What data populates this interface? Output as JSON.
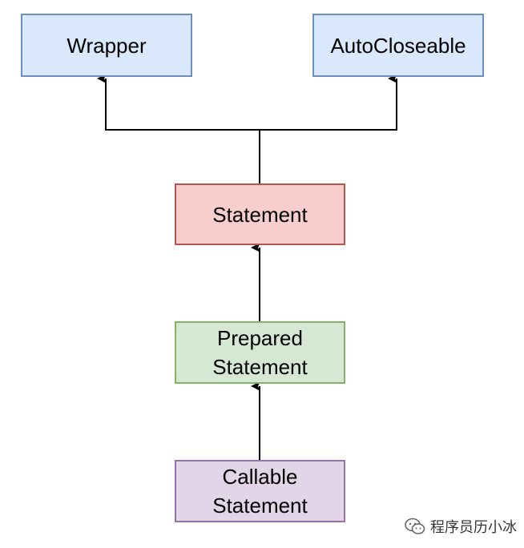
{
  "colors": {
    "interface_fill": "#dae8fc",
    "interface_border": "#6c8ebf",
    "statement_fill": "#f8cecc",
    "statement_border": "#b85450",
    "prepared_fill": "#d5e8d4",
    "prepared_border": "#82b366",
    "callable_fill": "#e1d5e7",
    "callable_border": "#9673a6",
    "connector": "#000000"
  },
  "nodes": {
    "wrapper": {
      "lines": [
        "Wrapper"
      ]
    },
    "autocloseable": {
      "lines": [
        "AutoCloseable"
      ]
    },
    "statement": {
      "lines": [
        "Statement"
      ]
    },
    "prepared_statement": {
      "lines": [
        "Prepared",
        "Statement"
      ]
    },
    "callable_statement": {
      "lines": [
        "Callable",
        "Statement"
      ]
    }
  },
  "edges": [
    {
      "from": "statement",
      "to": "wrapper"
    },
    {
      "from": "statement",
      "to": "autocloseable"
    },
    {
      "from": "prepared_statement",
      "to": "statement"
    },
    {
      "from": "callable_statement",
      "to": "prepared_statement"
    }
  ],
  "watermark": {
    "icon": "wechat-icon",
    "text": "程序员历小冰"
  }
}
